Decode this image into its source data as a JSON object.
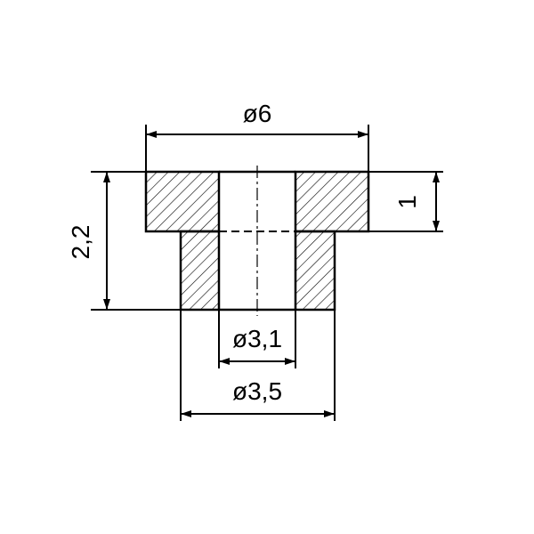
{
  "dimensions": {
    "outer_diameter": "ø6",
    "bore_diameter": "ø3,1",
    "shank_diameter": "ø3,5",
    "total_height": "2,2",
    "flange_height": "1"
  },
  "colors": {
    "line": "#000000",
    "background": "#ffffff"
  }
}
